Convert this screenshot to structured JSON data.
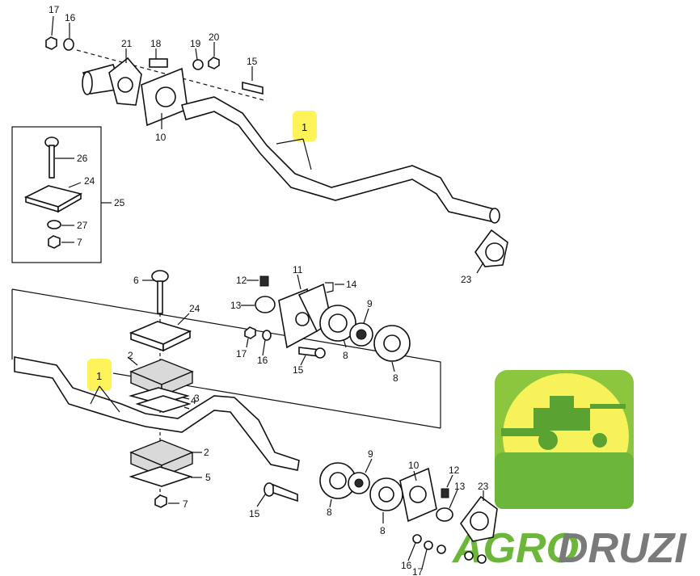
{
  "diagram": {
    "callouts_top": [
      "17",
      "16",
      "21",
      "18",
      "19",
      "20",
      "15",
      "1",
      "10"
    ],
    "callouts_inset": [
      "26",
      "24",
      "25",
      "27",
      "7"
    ],
    "callouts_bottom": [
      "12",
      "11",
      "14",
      "13",
      "9",
      "17",
      "16",
      "15",
      "8",
      "8",
      "6",
      "24",
      "1",
      "2",
      "4",
      "3",
      "2",
      "5",
      "7",
      "9",
      "10",
      "12",
      "13",
      "23",
      "8",
      "8",
      "16",
      "17"
    ],
    "callout_23_top": "23"
  },
  "labels": {
    "n1": "1",
    "n2": "2",
    "n3": "3",
    "n4": "4",
    "n5": "5",
    "n6": "6",
    "n7": "7",
    "n8": "8",
    "n9": "9",
    "n10": "10",
    "n11": "11",
    "n12": "12",
    "n13": "13",
    "n14": "14",
    "n15": "15",
    "n16": "16",
    "n17": "17",
    "n18": "18",
    "n19": "19",
    "n20": "20",
    "n21": "21",
    "n23": "23",
    "n24": "24",
    "n25": "25",
    "n26": "26",
    "n27": "27"
  },
  "watermark": {
    "brand_part1": "AGRO",
    "brand_part2": "DRUZI",
    "color_green": "#6cb63a",
    "color_yellow": "#f7f15a",
    "color_gray": "#7a7a7a"
  },
  "highlight_color": "#fff35a"
}
